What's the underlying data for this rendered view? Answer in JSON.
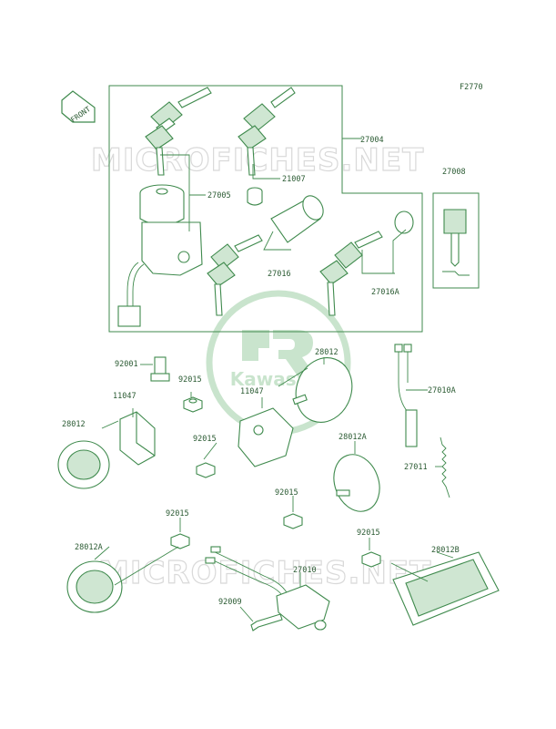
{
  "figure_code": "F2770",
  "front_arrow_text": "FRONT",
  "watermark_text": "MICROFICHES.NET",
  "logo_text": "Kawasaki",
  "colors": {
    "ink": "#3f8a4d",
    "label": "#2a5a32",
    "logo": "#c9e4cd",
    "watermark": "#d9d9d9"
  },
  "labels": {
    "p27004": "27004",
    "p21007": "21007",
    "p27005": "27005",
    "p27008": "27008",
    "p27016": "27016",
    "p27016a": "27016A",
    "p92001": "92001",
    "p28012_top": "28012",
    "p92015_a": "92015",
    "p11047_a": "11047",
    "p11047_b": "11047",
    "p27010a": "27010A",
    "p28012_left": "28012",
    "p92015_b": "92015",
    "p28012a_right": "28012A",
    "p27011": "27011",
    "p92015_c": "92015",
    "p92015_d": "92015",
    "p92015_e": "92015",
    "p28012a_left": "28012A",
    "p28012b": "28012B",
    "p27010": "27010",
    "p92009": "92009"
  }
}
